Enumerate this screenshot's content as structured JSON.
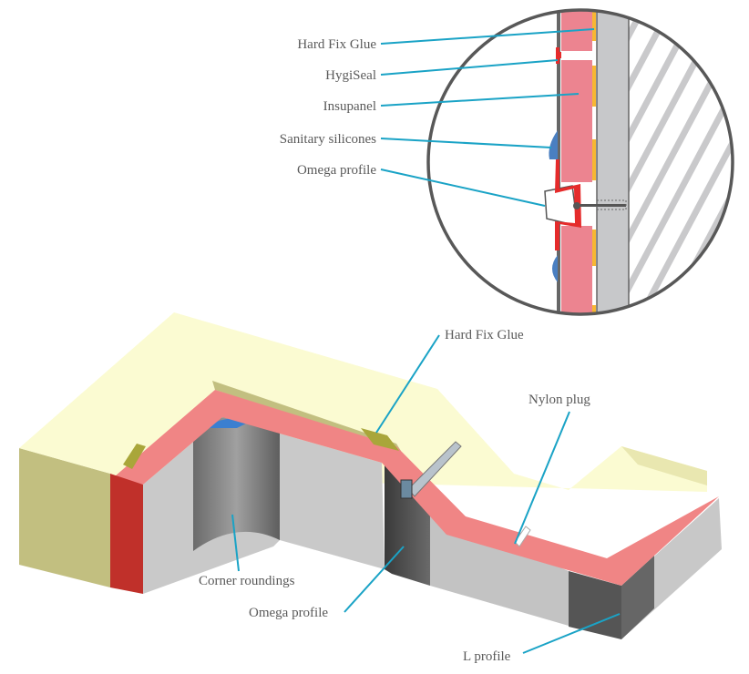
{
  "detail_labels": {
    "hard_fix_glue": "Hard Fix Glue",
    "hygiseal": "HygiSeal",
    "insupanel": "Insupanel",
    "sanitary_silicones": "Sanitary silicones",
    "omega_profile": "Omega profile"
  },
  "main_labels": {
    "hard_fix_glue": "Hard Fix Glue",
    "nylon_plug": "Nylon plug",
    "corner_roundings": "Corner roundings",
    "omega_profile": "Omega profile",
    "l_profile": "L profile"
  },
  "colors": {
    "leader": "#1aa3c6",
    "panel_core": "#f08585",
    "panel_top": "#fbfbd2",
    "panel_side": "#c2bf80",
    "panel_edge": "#c0302a",
    "wall": "#c8c8c8",
    "profile": "#555555"
  }
}
